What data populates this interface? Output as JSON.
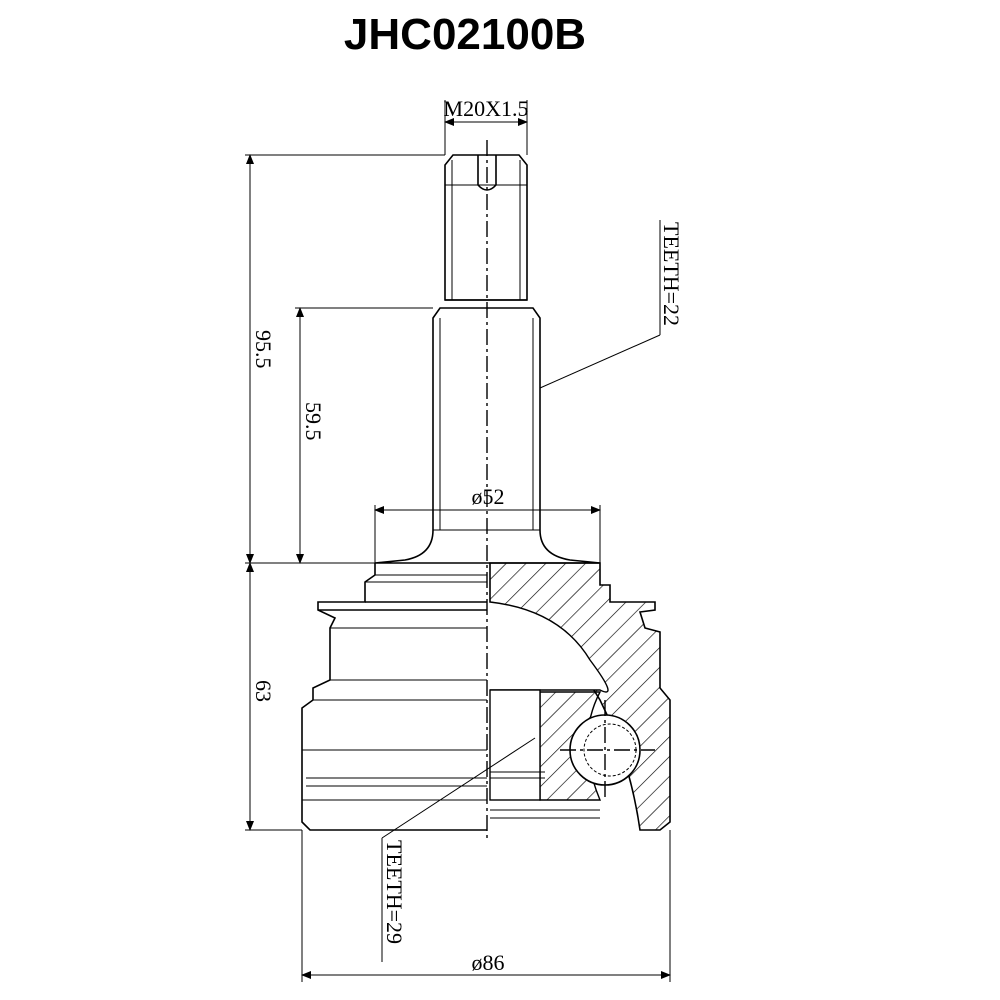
{
  "title": "JHC02100B",
  "dimensions": {
    "thread": "M20X1.5",
    "teeth_outer": "TEETH=22",
    "overall_length": "95.5",
    "shaft_length": "59.5",
    "seal_diameter": "ø52",
    "body_length": "63",
    "teeth_inner": "TEETH=29",
    "body_diameter": "ø86"
  }
}
